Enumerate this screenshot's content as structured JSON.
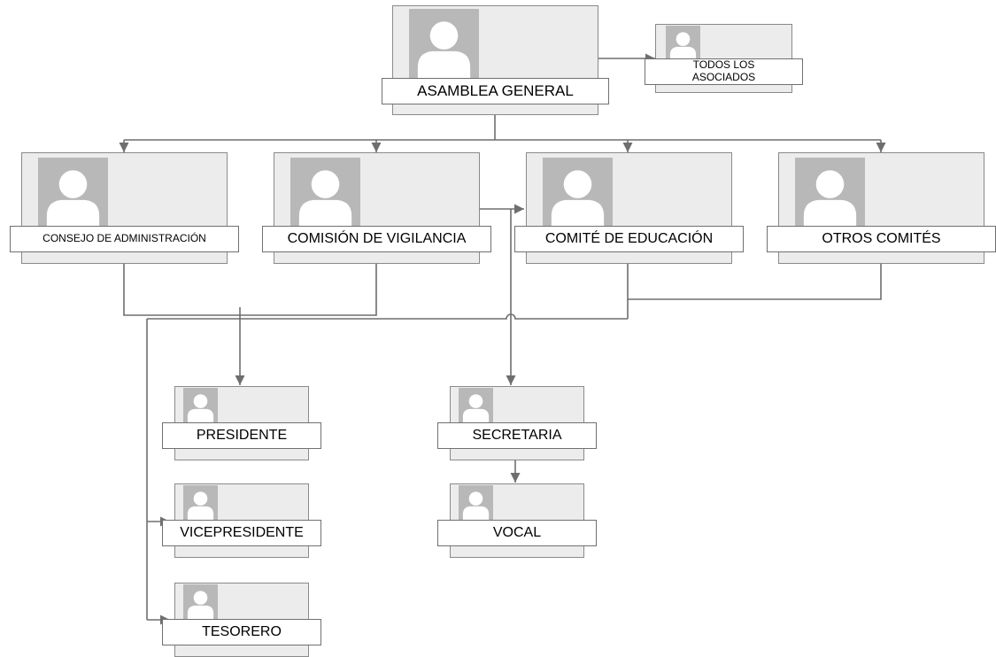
{
  "org_chart": {
    "nodes": {
      "asamblea": {
        "label": "ASAMBLEA GENERAL"
      },
      "todos": {
        "label": "TODOS LOS ASOCIADOS"
      },
      "consejo": {
        "label": "CONSEJO DE ADMINISTRACIÓN"
      },
      "vigilancia": {
        "label": "COMISIÓN DE VIGILANCIA"
      },
      "educacion": {
        "label": "COMITÉ DE EDUCACIÓN"
      },
      "otros": {
        "label": "OTROS COMITÉS"
      },
      "presidente": {
        "label": "PRESIDENTE"
      },
      "vicepresidente": {
        "label": "VICEPRESIDENTE"
      },
      "tesorero": {
        "label": "TESORERO"
      },
      "secretaria": {
        "label": "SECRETARIA"
      },
      "vocal": {
        "label": "VOCAL"
      }
    },
    "colors": {
      "card_fill": "#ececec",
      "photo_fill": "#b8b8b8",
      "person_silhouette": "#ffffff",
      "connector": "#6e6e6e",
      "label_border": "#707070"
    }
  }
}
